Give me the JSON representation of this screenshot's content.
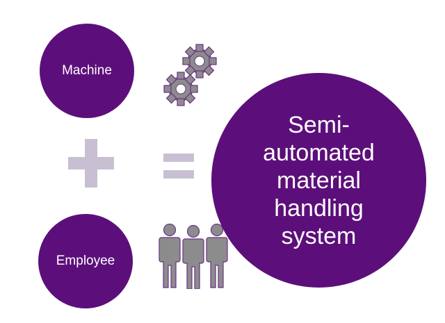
{
  "machine": {
    "label": "Machine",
    "icon": "gears-icon"
  },
  "employee": {
    "label": "Employee",
    "icon": "people-icon"
  },
  "result": {
    "label": "Semi-automated material handling system"
  },
  "operators": {
    "plus": "plus-icon",
    "equals": "equals-icon"
  },
  "colors": {
    "circle": "#5c0f7a",
    "icon_gray": "#8c8c8c",
    "icon_outline": "#6b2f86",
    "operator": "#c8bfd3"
  }
}
